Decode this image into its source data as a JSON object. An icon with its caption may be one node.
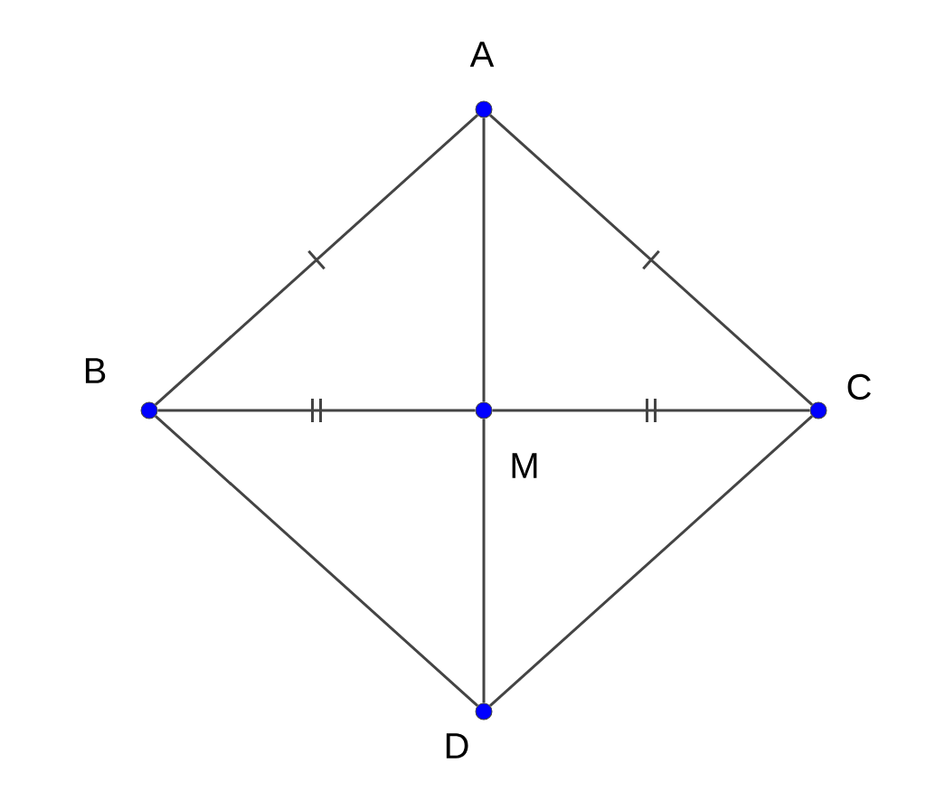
{
  "diagram": {
    "nodes": [
      {
        "text": [
          "A"
        ]
      },
      {
        "text": [
          "B"
        ]
      },
      {
        "text": [
          "C"
        ]
      },
      {
        "text": [
          "M"
        ]
      },
      {
        "text": [
          "D"
        ]
      }
    ],
    "edges": [
      {
        "from": 0,
        "to": 1,
        "arrow": "none"
      },
      {
        "from": 0,
        "to": 2,
        "arrow": "none"
      },
      {
        "from": 0,
        "to": 3,
        "arrow": "none"
      },
      {
        "from": 3,
        "to": 4,
        "arrow": "none"
      },
      {
        "from": 1,
        "to": 3,
        "arrow": "none"
      },
      {
        "from": 3,
        "to": 2,
        "arrow": "none"
      },
      {
        "from": 1,
        "to": 4,
        "arrow": "none"
      },
      {
        "from": 2,
        "to": 4,
        "arrow": "none"
      }
    ]
  }
}
